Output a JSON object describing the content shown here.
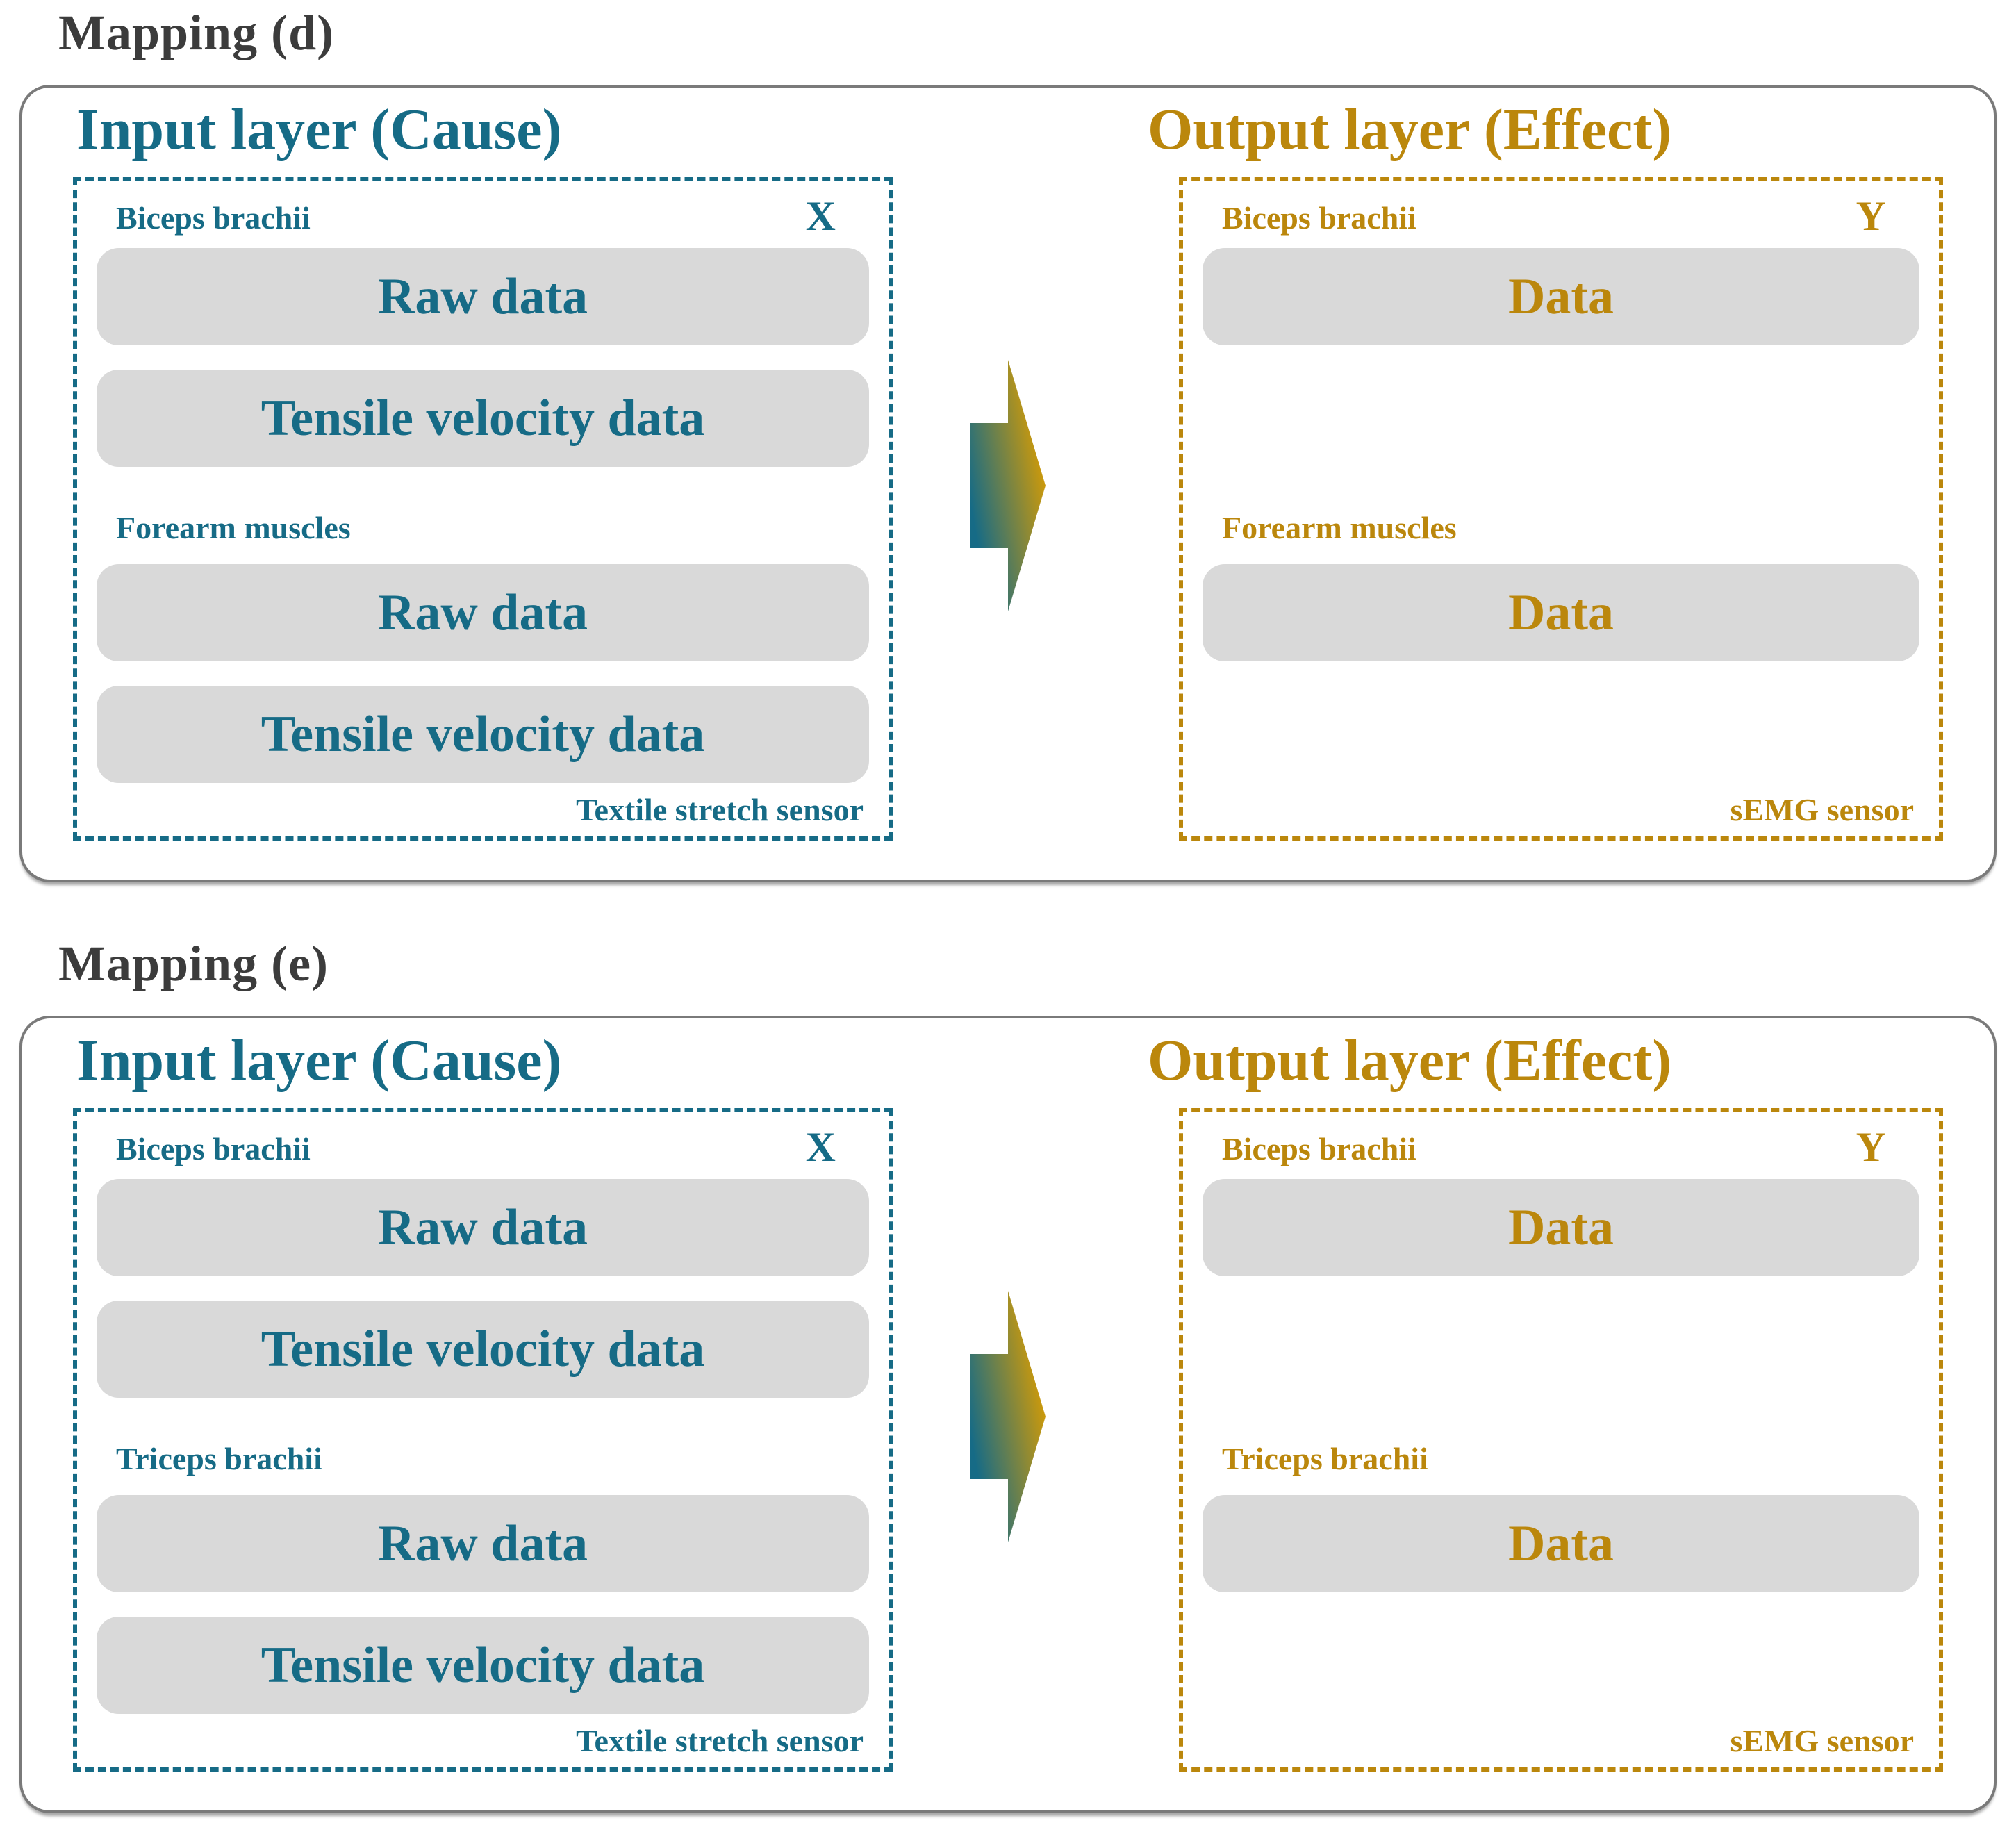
{
  "colors": {
    "teal": "#166b86",
    "gold": "#bb870c",
    "bar": "#d9d9d9",
    "frame": "#7a7a7a",
    "title-color": "#3c3c3c"
  },
  "panels": [
    {
      "title": "Mapping (d)",
      "input": {
        "title": "Input layer (Cause)",
        "corner": "X",
        "groups": [
          {
            "label": "Biceps brachii",
            "bars": [
              "Raw data",
              "Tensile velocity data"
            ]
          },
          {
            "label": "Forearm muscles",
            "bars": [
              "Raw data",
              "Tensile velocity data"
            ]
          }
        ],
        "sensor": "Textile stretch sensor"
      },
      "output": {
        "title": "Output layer (Effect)",
        "corner": "Y",
        "groups": [
          {
            "label": "Biceps brachii",
            "bars": [
              "Data"
            ]
          },
          {
            "label": "Forearm muscles",
            "bars": [
              "Data"
            ]
          }
        ],
        "sensor": "sEMG sensor"
      }
    },
    {
      "title": "Mapping (e)",
      "input": {
        "title": "Input layer (Cause)",
        "corner": "X",
        "groups": [
          {
            "label": "Biceps brachii",
            "bars": [
              "Raw data",
              "Tensile velocity data"
            ]
          },
          {
            "label": "Triceps brachii",
            "bars": [
              "Raw data",
              "Tensile velocity data"
            ]
          }
        ],
        "sensor": "Textile stretch sensor"
      },
      "output": {
        "title": "Output layer (Effect)",
        "corner": "Y",
        "groups": [
          {
            "label": "Biceps brachii",
            "bars": [
              "Data"
            ]
          },
          {
            "label": "Triceps brachii",
            "bars": [
              "Data"
            ]
          }
        ],
        "sensor": "sEMG sensor"
      }
    }
  ]
}
